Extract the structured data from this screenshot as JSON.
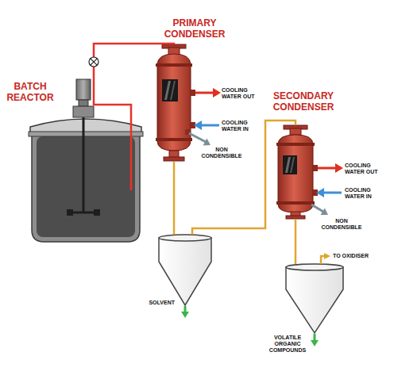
{
  "diagram": {
    "nodes": [
      {
        "text": [
          "BATCH REACTOR"
        ]
      },
      {
        "text": [
          "PRIMARY CONDENSER"
        ]
      },
      {
        "text": [
          "SOLVENT"
        ]
      },
      {
        "text": [
          "SECONDARY CONDENSER"
        ]
      },
      {
        "text": [
          "VOLATILE ORGANIC COMPOUNDS"
        ]
      }
    ],
    "edges": [
      {
        "from": 0,
        "to": 1,
        "arrow": "none"
      },
      {
        "from": 1,
        "to": 2,
        "arrow": "none"
      },
      {
        "from": 2,
        "to": 3,
        "arrow": "none"
      },
      {
        "from": 3,
        "to": 4,
        "arrow": "none"
      }
    ],
    "labels": [
      "COOLING WATER OUT",
      "COOLING WATER IN",
      "NON CONDENSIBLE",
      "COOLING WATER OUT",
      "COOLING WATER IN",
      "NON CONDENSIBLE",
      "TO OXIDISER"
    ]
  }
}
